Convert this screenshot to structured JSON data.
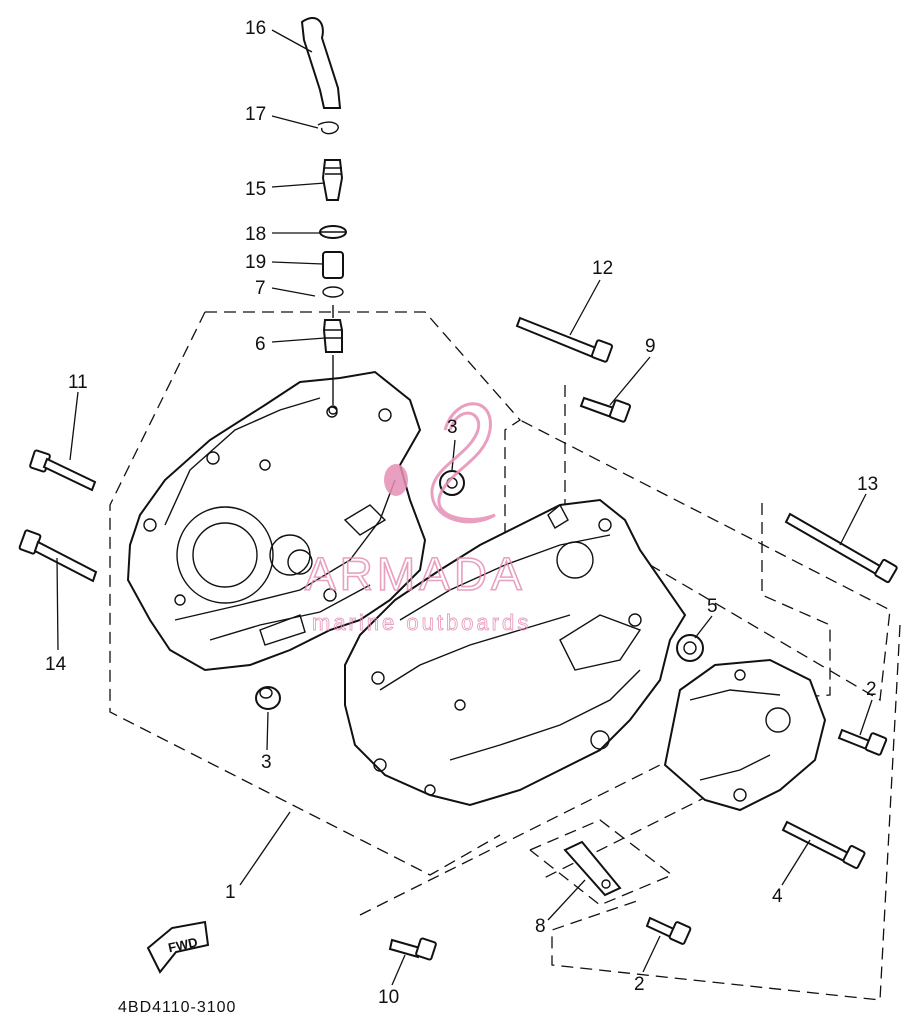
{
  "diagram_code": "4BD4110-3100",
  "fwd_label": "FWD",
  "watermark": {
    "brand": "ARMADA",
    "tagline": "marine outboards",
    "color": "#e58fb6"
  },
  "callouts": [
    {
      "id": "c16",
      "label": "16"
    },
    {
      "id": "c17",
      "label": "17"
    },
    {
      "id": "c15",
      "label": "15"
    },
    {
      "id": "c18",
      "label": "18"
    },
    {
      "id": "c19",
      "label": "19"
    },
    {
      "id": "c7",
      "label": "7"
    },
    {
      "id": "c6",
      "label": "6"
    },
    {
      "id": "c11",
      "label": "11"
    },
    {
      "id": "c14",
      "label": "14"
    },
    {
      "id": "c3a",
      "label": "3"
    },
    {
      "id": "c3b",
      "label": "3"
    },
    {
      "id": "c12",
      "label": "12"
    },
    {
      "id": "c9",
      "label": "9"
    },
    {
      "id": "c13",
      "label": "13"
    },
    {
      "id": "c5",
      "label": "5"
    },
    {
      "id": "c2a",
      "label": "2"
    },
    {
      "id": "c4",
      "label": "4"
    },
    {
      "id": "c1",
      "label": "1"
    },
    {
      "id": "c8",
      "label": "8"
    },
    {
      "id": "c2b",
      "label": "2"
    },
    {
      "id": "c10",
      "label": "10"
    }
  ]
}
